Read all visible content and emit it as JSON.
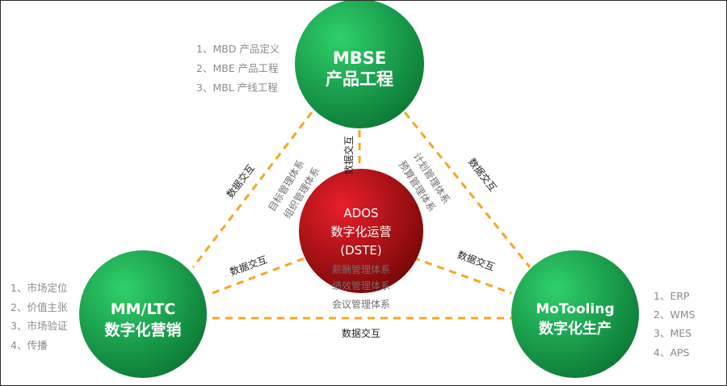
{
  "colors": {
    "green_light": "#2fd06a",
    "green_dark": "#0c7a36",
    "red_light": "#e81f2a",
    "red_dark": "#7a0808",
    "connector": "#f5a623",
    "label_dark": "#222222",
    "label_grey": "#6f6f6f",
    "list_grey": "#8a8a8a"
  },
  "nodes": {
    "mbse": {
      "title_line1": "MBSE",
      "title_line2": "产品工程"
    },
    "mm_ltc": {
      "title_line1": "MM/LTC",
      "title_line2": "数字化营销"
    },
    "motooling": {
      "title_line1": "MoTooling",
      "title_line2": "数字化生产"
    },
    "ados": {
      "title_line1": "ADOS",
      "title_line2": "数字化运营",
      "title_line3": "(DSTE)",
      "sub_items": [
        "薪酬管理体系",
        "绩效管理体系",
        "会议管理体系"
      ]
    }
  },
  "lists": {
    "mbse": [
      "1、MBD 产品定义",
      "2、MBE 产品工程",
      "3、MBL  产线工程"
    ],
    "mm_ltc": [
      "1、市场定位",
      "2、价值主张",
      "3、市场验证",
      "4、传播"
    ],
    "motooling": [
      "1、ERP",
      "2、WMS",
      "3、MES",
      "4、APS"
    ]
  },
  "connector_label": "数据交互",
  "diagonal_labels": {
    "left": [
      "目标管理体系",
      "组织管理体系"
    ],
    "right": [
      "计划管理体系",
      "预算管理体系"
    ]
  }
}
